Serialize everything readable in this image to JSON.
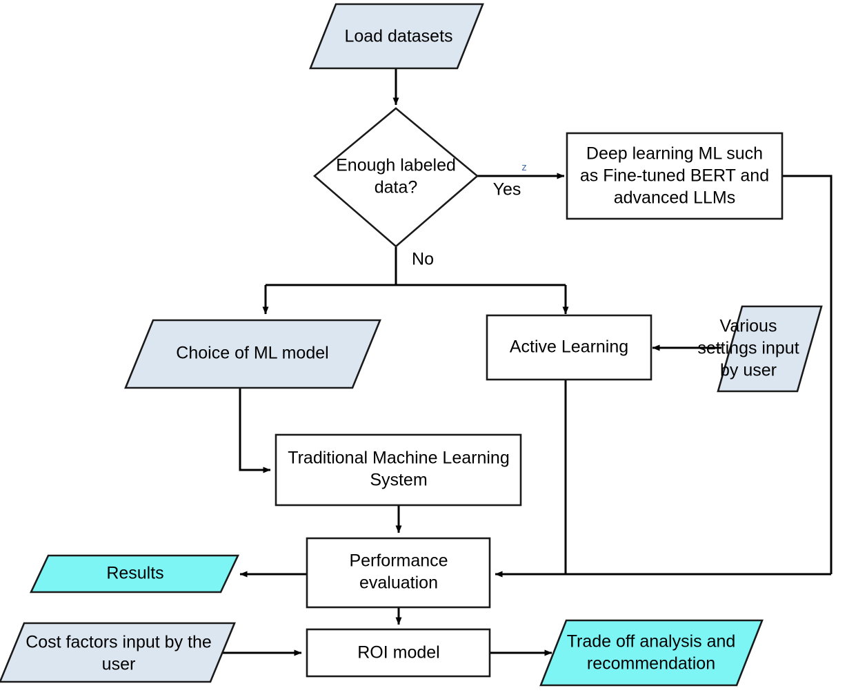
{
  "diagram": {
    "title": "Machine Learning Workflow Flowchart",
    "colors": {
      "input_output_blue": "#dce6f1",
      "output_cyan": "#7ef5f5",
      "process_white": "#ffffff",
      "stroke": "#1a1a1a",
      "connector": "#000000",
      "marker_blue": "#4472a8"
    },
    "nodes": {
      "load_datasets": {
        "label": "Load datasets",
        "shape": "parallelogram",
        "fill": "#dce6f1"
      },
      "enough_labeled": {
        "label_line1": "Enough labeled",
        "label_line2": "data?",
        "shape": "diamond",
        "fill": "#ffffff"
      },
      "deep_learning": {
        "label_line1": "Deep learning ML such",
        "label_line2": "as Fine-tuned BERT and",
        "label_line3": "advanced LLMs",
        "shape": "rectangle",
        "fill": "#ffffff"
      },
      "choice_model": {
        "label": "Choice of ML model",
        "shape": "parallelogram",
        "fill": "#dce6f1"
      },
      "active_learning": {
        "label": "Active Learning",
        "shape": "rectangle",
        "fill": "#ffffff"
      },
      "various_settings": {
        "label_line1": "Various",
        "label_line2": "settings input",
        "label_line3": "by user",
        "shape": "parallelogram",
        "fill": "#dce6f1"
      },
      "traditional_ml": {
        "label_line1": "Traditional Machine Learning",
        "label_line2": "System",
        "shape": "rectangle",
        "fill": "#ffffff"
      },
      "performance_eval": {
        "label_line1": "Performance",
        "label_line2": "evaluation",
        "shape": "rectangle",
        "fill": "#ffffff"
      },
      "results": {
        "label": "Results",
        "shape": "parallelogram",
        "fill": "#7ef5f5"
      },
      "cost_factors": {
        "label_line1": "Cost factors input by the",
        "label_line2": "user",
        "shape": "parallelogram",
        "fill": "#dce6f1"
      },
      "roi_model": {
        "label": "ROI model",
        "shape": "rectangle",
        "fill": "#ffffff"
      },
      "trade_off": {
        "label_line1": "Trade off analysis and",
        "label_line2": "recommendation",
        "shape": "parallelogram",
        "fill": "#7ef5f5"
      }
    },
    "edge_labels": {
      "yes": "Yes",
      "no": "No",
      "z_marker": "z"
    }
  }
}
